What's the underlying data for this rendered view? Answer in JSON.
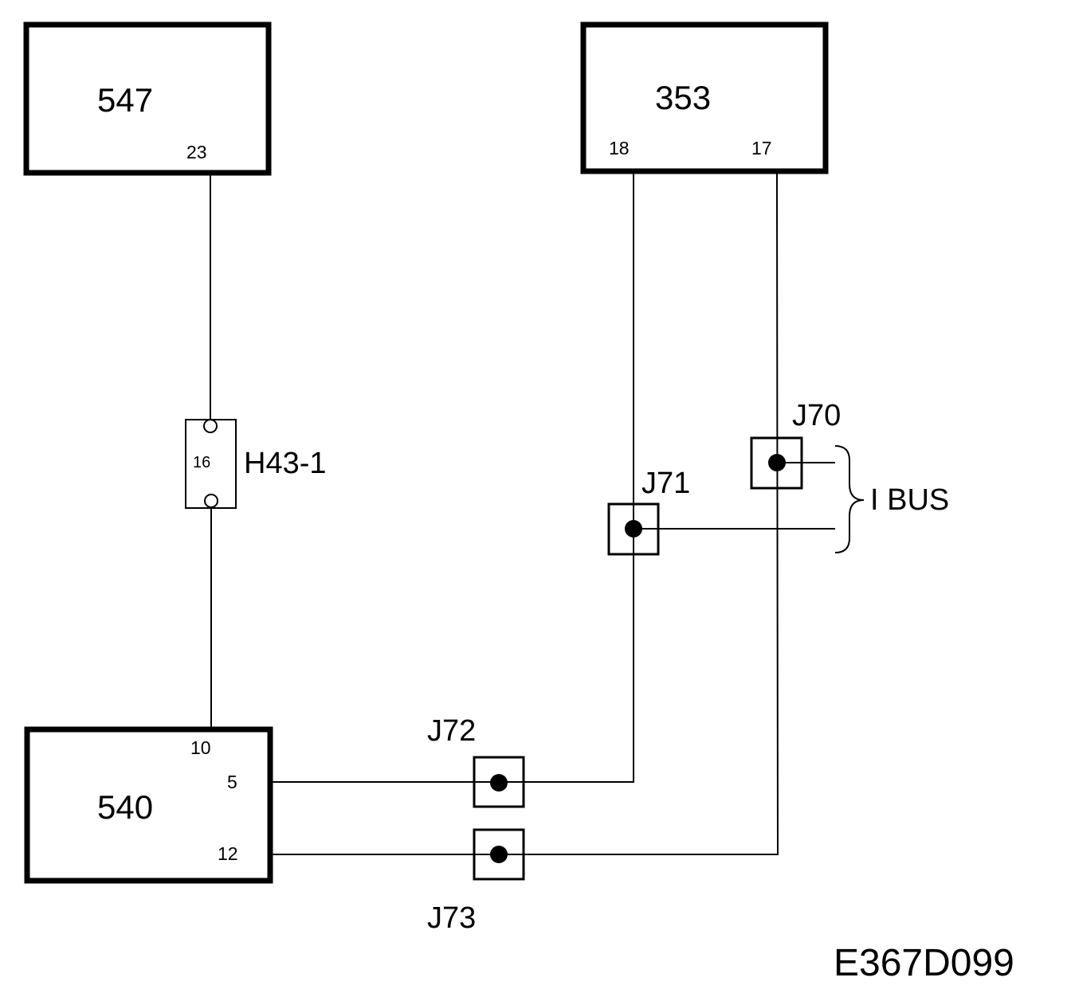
{
  "diagram": {
    "components": {
      "c547": {
        "label": "547",
        "pin": "23"
      },
      "c353": {
        "label": "353",
        "pin_left": "18",
        "pin_right": "17"
      },
      "c540": {
        "label": "540",
        "pin_top": "10",
        "pin_mid": "5",
        "pin_bottom": "12"
      }
    },
    "connector": {
      "label": "H43-1",
      "pin": "16"
    },
    "junctions": {
      "j70": "J70",
      "j71": "J71",
      "j72": "J72",
      "j73": "J73"
    },
    "bus_label": "I BUS",
    "figure_code": "E367D099",
    "colors": {
      "ink": "#000000",
      "background": "#ffffff"
    }
  }
}
